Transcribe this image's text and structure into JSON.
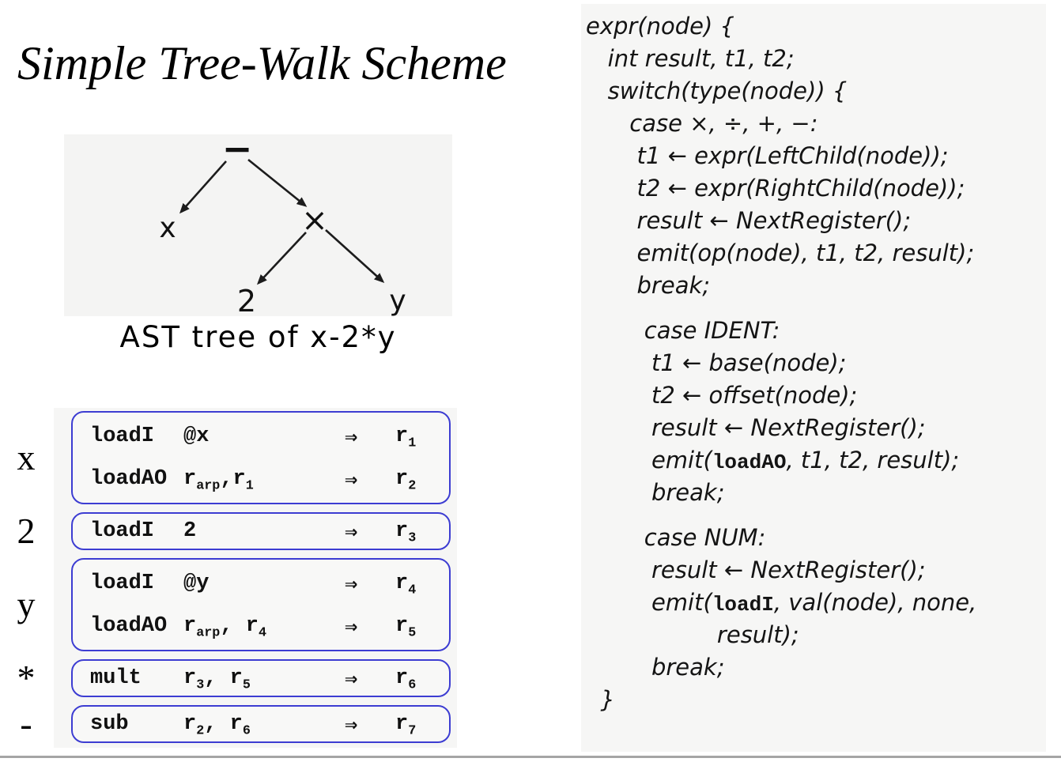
{
  "page": {
    "title": "Simple Tree-Walk Scheme"
  },
  "figure": {
    "caption": "AST tree of x-2*y",
    "tree": {
      "nodes": [
        "−",
        "x",
        "×",
        "2",
        "y"
      ],
      "edges": [
        [
          "−",
          "x"
        ],
        [
          "−",
          "×"
        ],
        [
          "×",
          "2"
        ],
        [
          "×",
          "y"
        ]
      ]
    }
  },
  "codegen": {
    "arrow": "⇒",
    "rows": [
      {
        "label": "x",
        "lines": [
          {
            "op": "loadI",
            "operands": "@x",
            "reg": "r_{1}"
          },
          {
            "op": "loadAO",
            "operands": "r_{arp},r_{1}",
            "reg": "r_{2}"
          }
        ]
      },
      {
        "label": "2",
        "lines": [
          {
            "op": "loadI",
            "operands": "2",
            "reg": "r_{3}"
          }
        ]
      },
      {
        "label": "y",
        "lines": [
          {
            "op": "loadI",
            "operands": "@y",
            "reg": "r_{4}"
          },
          {
            "op": "loadAO",
            "operands": "r_{arp}, r_{4}",
            "reg": "r_{5}"
          }
        ]
      },
      {
        "label": "*",
        "lines": [
          {
            "op": "mult",
            "operands": "r_{3}, r_{5}",
            "reg": "r_{6}"
          }
        ]
      },
      {
        "label": "-",
        "lines": [
          {
            "op": "sub",
            "operands": "r_{2}, r_{6}",
            "reg": "r_{7}"
          }
        ]
      }
    ]
  },
  "pseudocode": {
    "lines": [
      "expr(node) {",
      "   int result, t1, t2;",
      "   switch(type(node)) {",
      "      case ×, ÷, +, −:",
      "       t1 ← expr(LeftChild(node));",
      "       t2 ← expr(RightChild(node));",
      "       result ← NextRegister();",
      "       emit(op(node), t1, t2, result);",
      "       break;",
      "",
      "        case IDENT:",
      "         t1 ← base(node);",
      "         t2 ← offset(node);",
      "         result ← NextRegister();",
      "         emit(loadAO, t1, t2, result);",
      "         break;",
      "",
      "        case NUM:",
      "         result ← NextRegister();",
      "         emit(loadI, val(node), none,",
      "                  result);",
      "         break;",
      "  }"
    ]
  },
  "colors": {
    "box_border_blue": "#3d3dd2",
    "panel_gray": "#f6f6f5",
    "tree_bg_gray": "#f4f4f3",
    "divider_gray": "#a5a5a5"
  }
}
